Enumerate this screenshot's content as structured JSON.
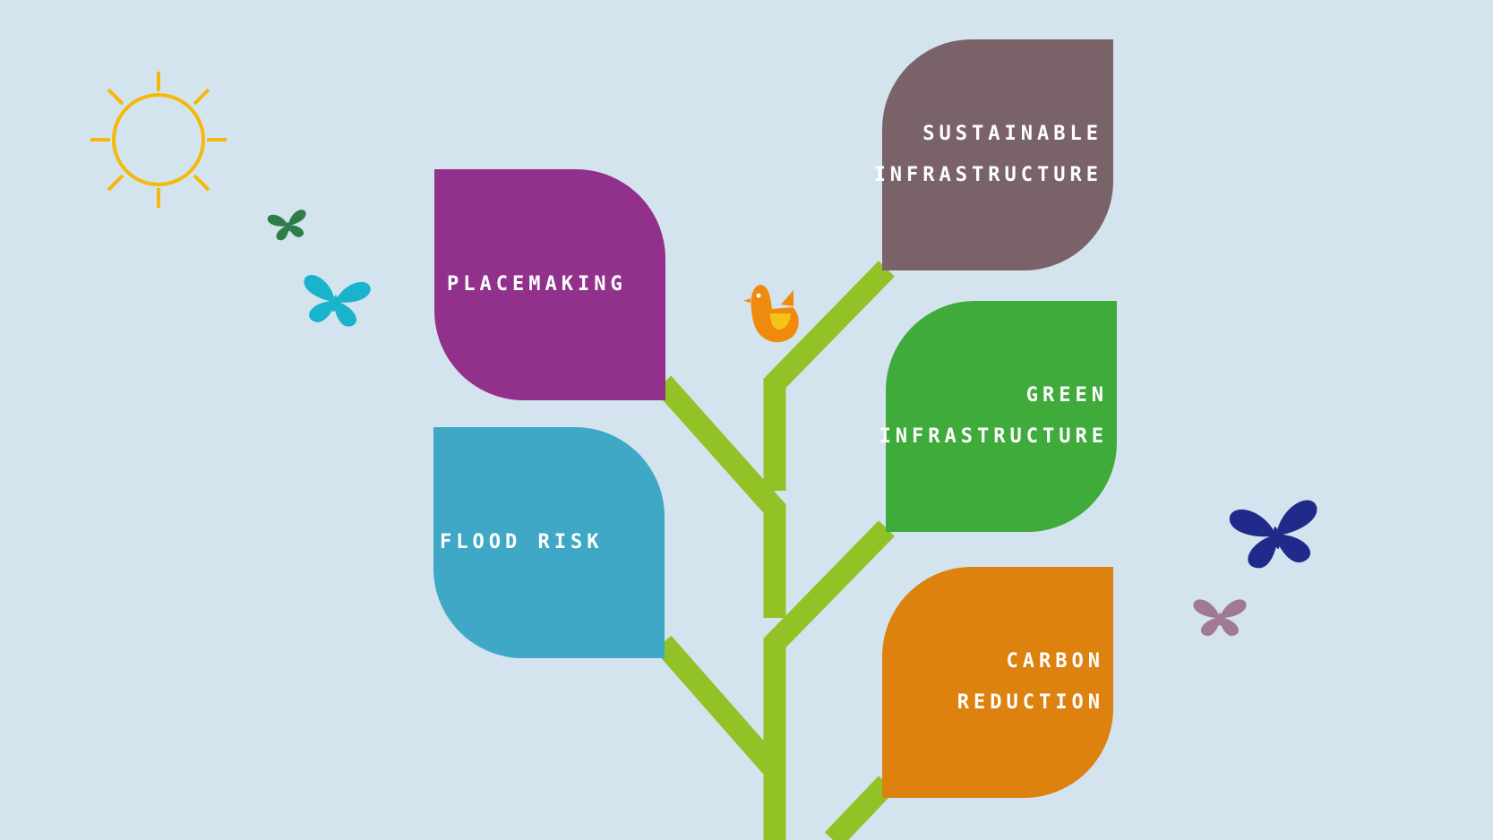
{
  "colors": {
    "background": "#d3e4ee",
    "stem": "#92c225",
    "sun": "#f5b80c",
    "bird_body": "#f08a0c",
    "bird_wing": "#f6c319"
  },
  "leaves": [
    {
      "lines": [
        "PLACEMAKING"
      ],
      "color": "#92318b"
    },
    {
      "lines": [
        "FLOOD RISK"
      ],
      "color": "#3ea8c6"
    },
    {
      "lines": [
        "SUSTAINABLE",
        "INFRASTRUCTURE"
      ],
      "color": "#7a6368"
    },
    {
      "lines": [
        "GREEN",
        "INFRASTRUCTURE"
      ],
      "color": "#3eab3a"
    },
    {
      "lines": [
        "CARBON",
        "REDUCTION"
      ],
      "color": "#dd810f"
    }
  ],
  "decorations": {
    "butterflies": [
      {
        "name": "butterfly-green-icon",
        "color": "#2e7d47"
      },
      {
        "name": "butterfly-cyan-icon",
        "color": "#1ab3cc"
      },
      {
        "name": "butterfly-navy-icon",
        "color": "#1f2a8a"
      },
      {
        "name": "butterfly-mauve-icon",
        "color": "#a07a92"
      }
    ]
  }
}
